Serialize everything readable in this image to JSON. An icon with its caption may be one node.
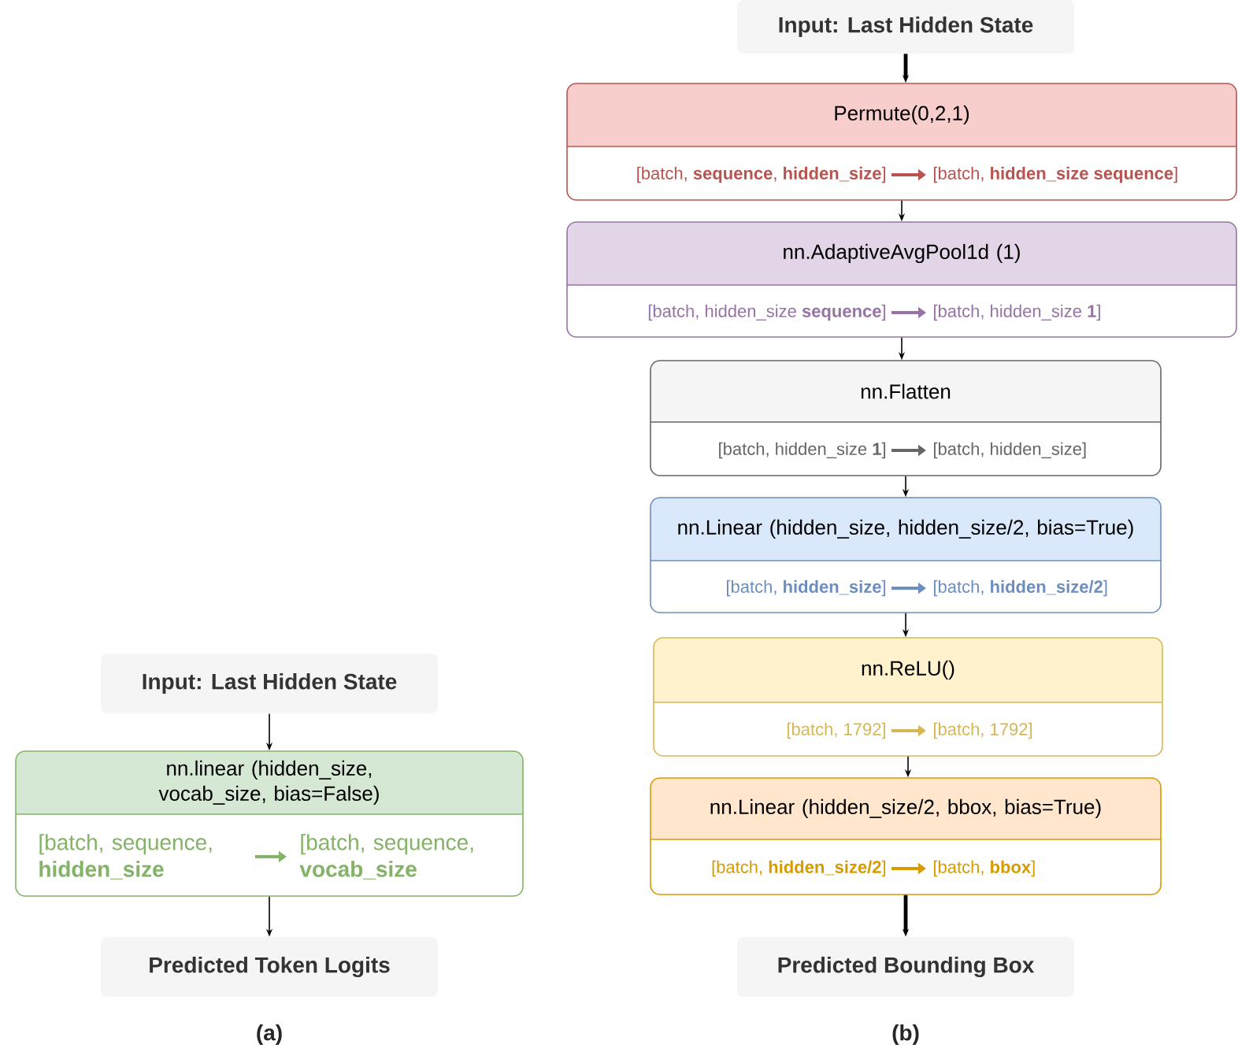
{
  "diagram": {
    "nodes": [
      {
        "text": [
          "Input: Last Hidden State"
        ]
      },
      {
        "text": [
          "nn.linear (hidden_size, vocab_size, bias=False)",
          "[batch, sequence, **hidden_size**",
          "[batch, sequence, **vocab_size**"
        ]
      },
      {
        "text": [
          "Predicted Token Logits"
        ]
      },
      {
        "text": [
          "Input: Last Hidden State"
        ]
      },
      {
        "text": [
          "Permute(0,2,1)",
          "[batch, **sequence**, **hidden_size**]",
          "[batch, **hidden_size sequence**]"
        ]
      },
      {
        "text": [
          "nn.AdaptiveAvgPool1d (1)",
          "[batch, hidden_size **sequence**]",
          "[batch, hidden_size **1**]"
        ]
      },
      {
        "text": [
          "nn.Flatten",
          "[batch, hidden_size **1**]",
          "[batch, hidden_size]"
        ]
      },
      {
        "text": [
          "nn.Linear (hidden_size, hidden_size/2, bias=True)",
          "[batch, **hidden_size**]",
          "[batch, **hidden_size/2**]"
        ]
      },
      {
        "text": [
          "nn.ReLU()",
          "[batch, 1792]",
          "[batch, 1792]"
        ]
      },
      {
        "text": [
          "nn.Linear (hidden_size/2, bbox, bias=True)",
          "[batch, **hidden_size/2**]",
          "[batch, **bbox**]"
        ]
      },
      {
        "text": [
          "Predicted Bounding Box"
        ]
      }
    ],
    "edges": [
      {
        "from": 0,
        "to": 1,
        "arrow": "to"
      },
      {
        "from": 1,
        "to": 2,
        "arrow": "to"
      },
      {
        "from": 3,
        "to": 4,
        "arrow": "to",
        "style": "thick"
      },
      {
        "from": 4,
        "to": 5,
        "arrow": "to"
      },
      {
        "from": 5,
        "to": 6,
        "arrow": "to"
      },
      {
        "from": 6,
        "to": 7,
        "arrow": "to"
      },
      {
        "from": 7,
        "to": 8,
        "arrow": "to"
      },
      {
        "from": 8,
        "to": 9,
        "arrow": "to"
      },
      {
        "from": 9,
        "to": 10,
        "arrow": "to",
        "style": "thick"
      }
    ],
    "labels": [
      "(a)",
      "(b)"
    ]
  }
}
